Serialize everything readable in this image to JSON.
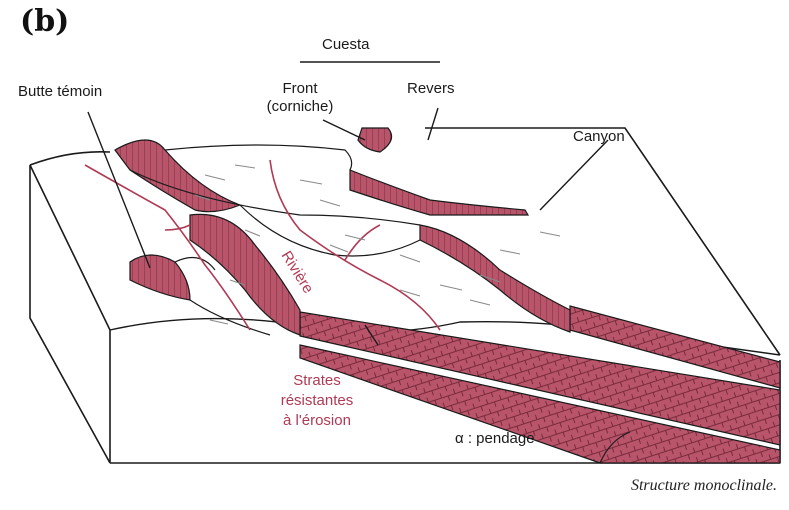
{
  "panel_label": "(b)",
  "labels": {
    "cuesta": "Cuesta",
    "butte": "Butte témoin",
    "front_line1": "Front",
    "front_line2": "(corniche)",
    "revers": "Revers",
    "canyon": "Canyon",
    "riviere": "Rivière",
    "strates_line1": "Strates",
    "strates_line2": "résistantes",
    "strates_line3": "à l'érosion",
    "pendage": "α : pendage"
  },
  "caption": "Structure monoclinale.",
  "colors": {
    "strata_fill": "#b8556b",
    "strata_hatch": "#7a2a3c",
    "river": "#b03a55",
    "line": "#1a1a1a",
    "surface": "#ffffff",
    "shading": "#8a8a8a"
  }
}
